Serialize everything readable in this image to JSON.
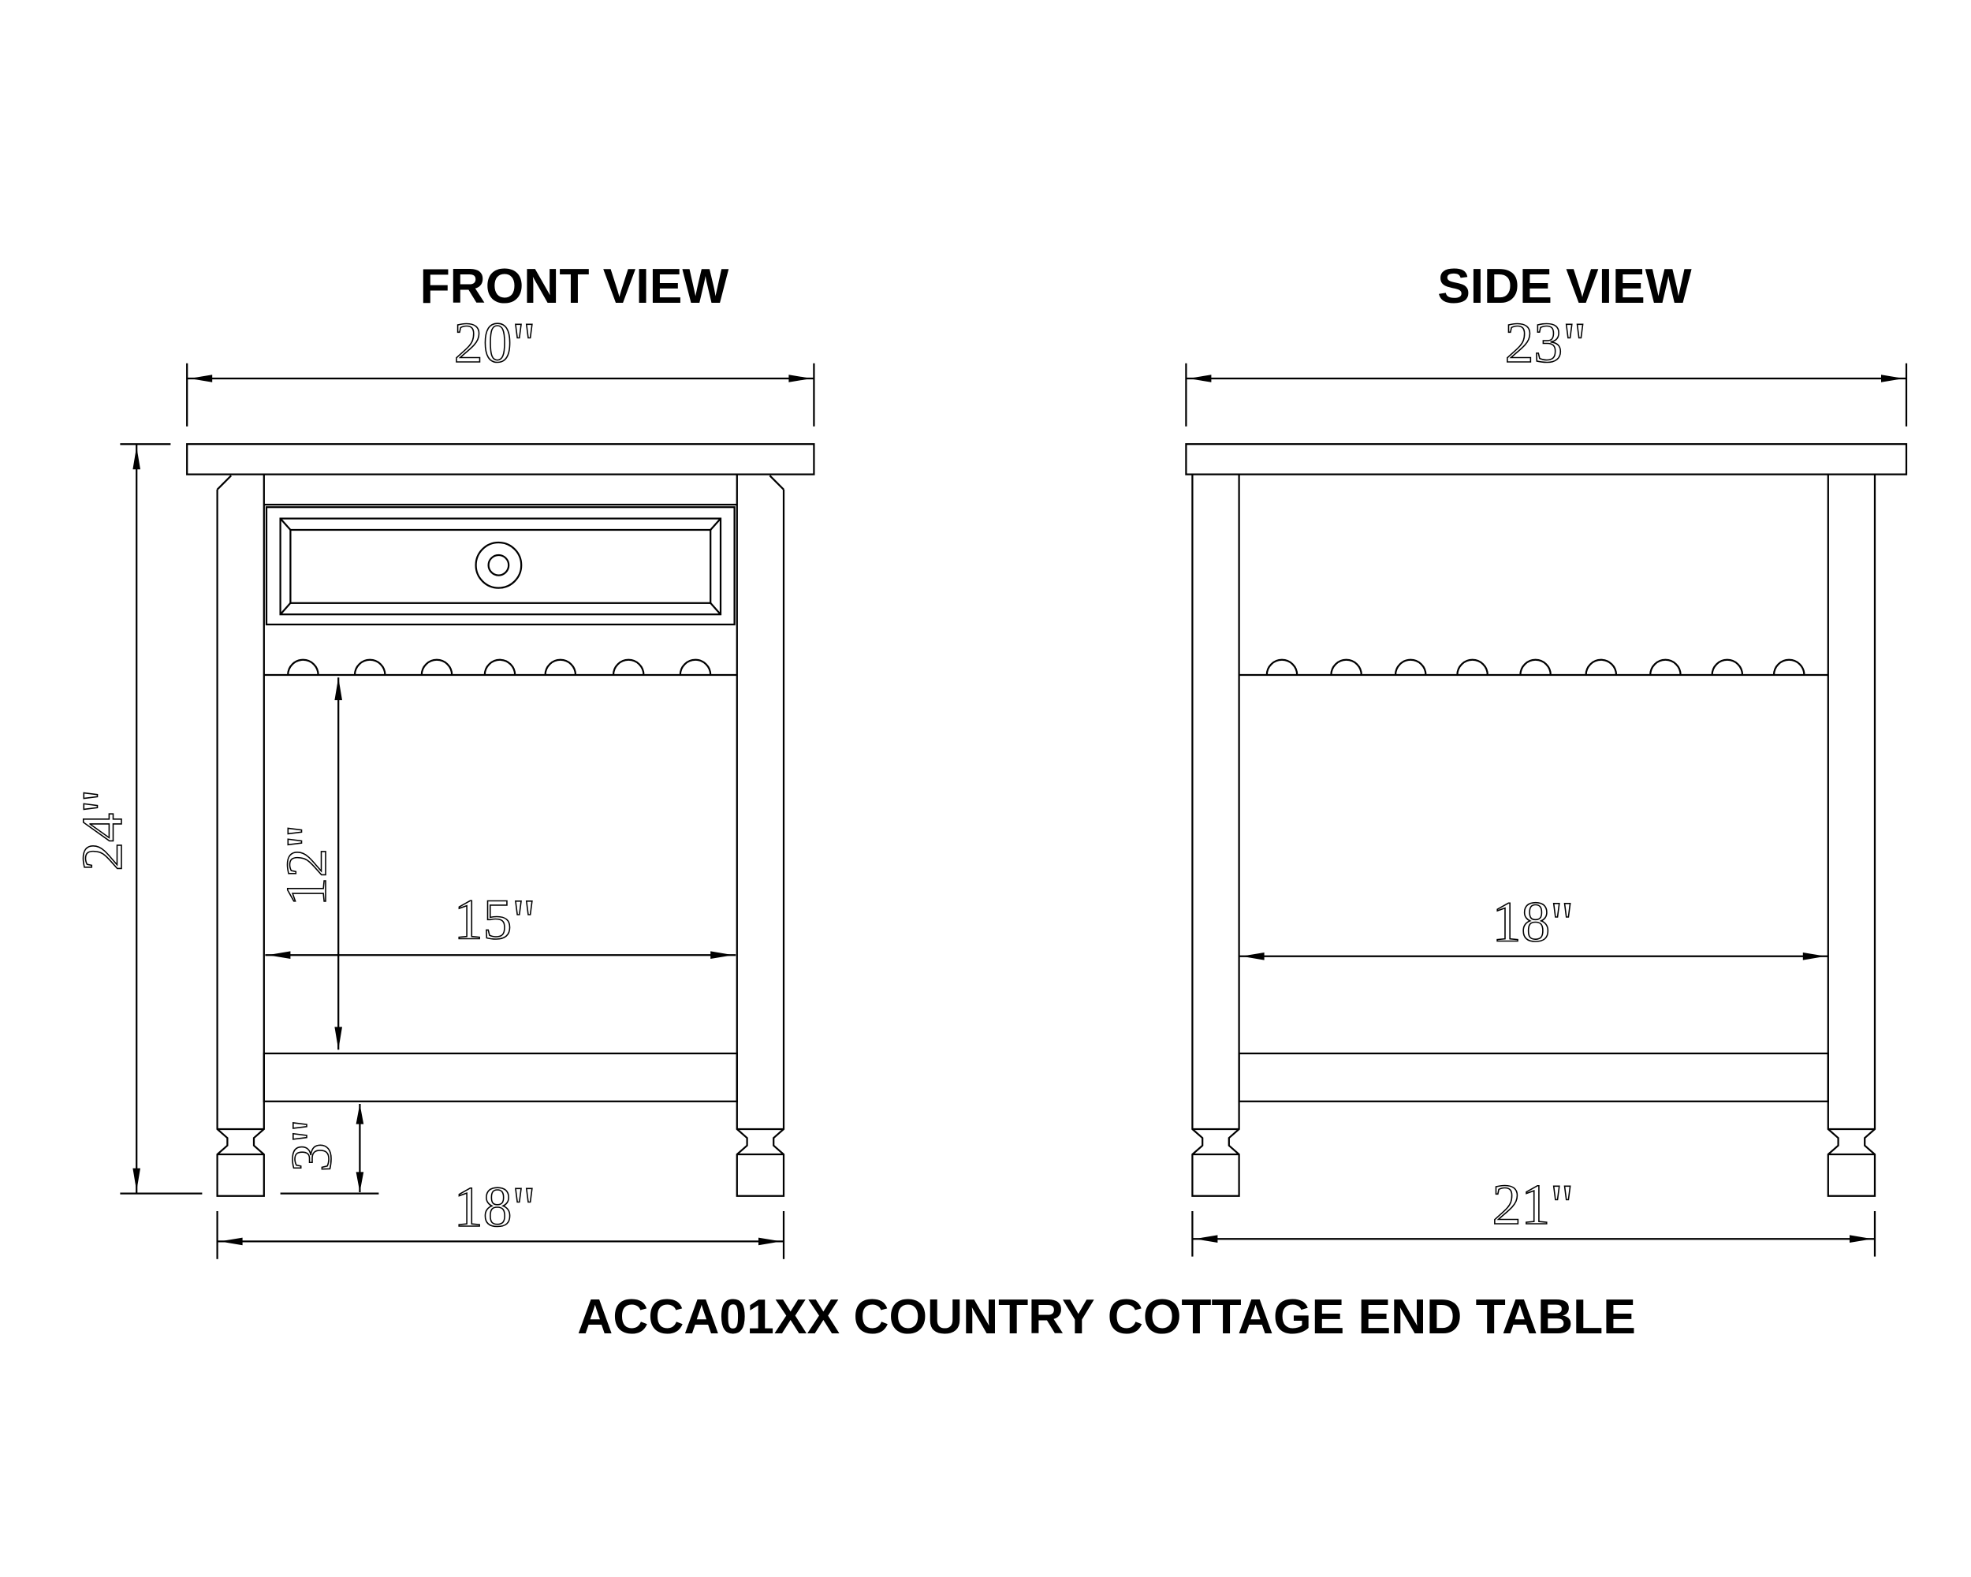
{
  "title": "ACCA01XX COUNTRY COTTAGE END TABLE",
  "front_view": {
    "label": "FRONT VIEW",
    "dims": {
      "overall_width": "20\"",
      "overall_height": "24\"",
      "shelf_clearance": "12\"",
      "inner_width": "15\"",
      "stretcher_height": "3\"",
      "leg_span": "18\""
    }
  },
  "side_view": {
    "label": "SIDE VIEW",
    "dims": {
      "overall_depth": "23\"",
      "inner_depth": "18\"",
      "leg_span": "21\""
    }
  },
  "colors": {
    "line": "#000000",
    "background": "#ffffff"
  }
}
